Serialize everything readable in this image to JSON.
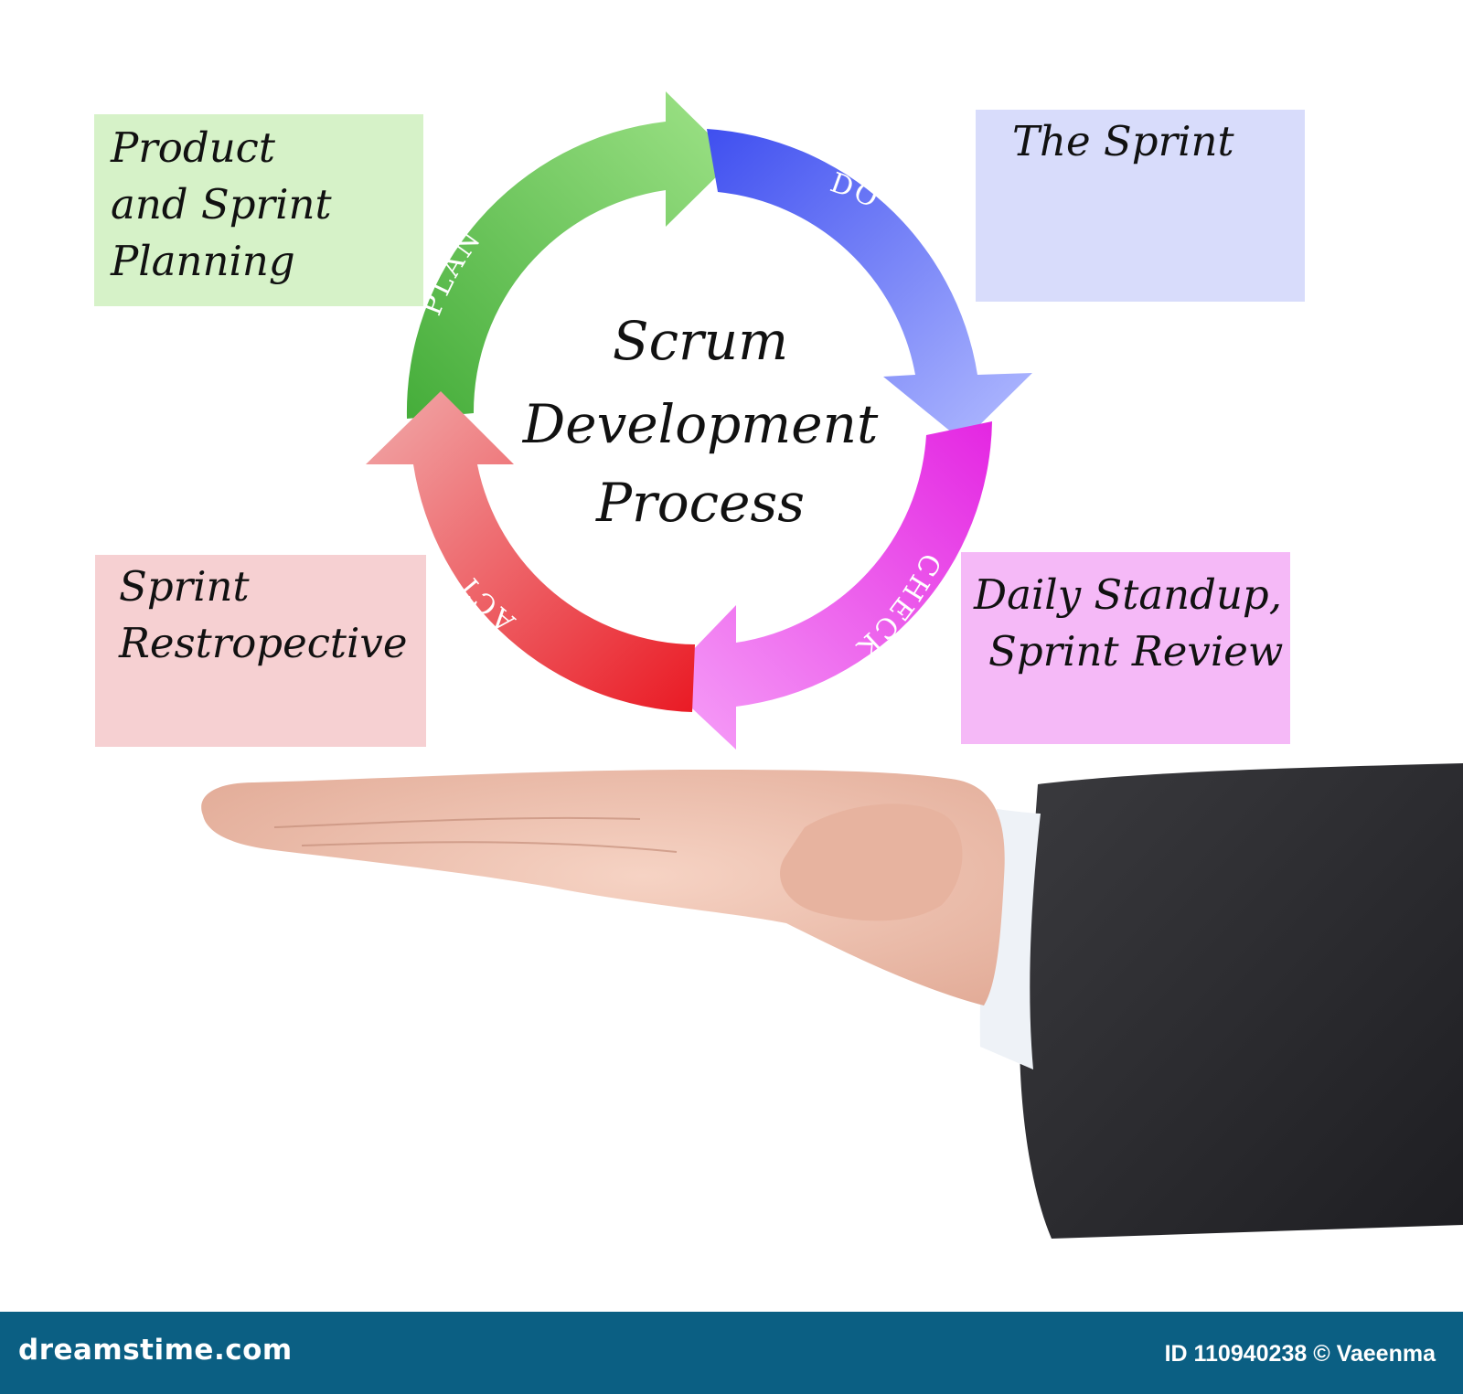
{
  "diagram": {
    "title_lines": [
      "Scrum",
      "Development",
      "Process"
    ],
    "stages": [
      {
        "label": "PLAN",
        "color": "#7ac95c",
        "box_lines": [
          "Product",
          "and Sprint",
          "Planning"
        ],
        "box_color": "#d6f2c8"
      },
      {
        "label": "DO",
        "color": "#6f7cf0",
        "box_lines": [
          "The Sprint"
        ],
        "box_color": "#d8dcfb"
      },
      {
        "label": "CHECK",
        "color": "#ec55ec",
        "box_lines": [
          "Daily Standup,",
          "Sprint Review"
        ],
        "box_color": "#f5b9f7"
      },
      {
        "label": "ACT",
        "color": "#e8474d",
        "box_lines": [
          "Sprint",
          "Restropective"
        ],
        "box_color": "#f6d0d2"
      }
    ]
  },
  "watermark": {
    "brand": "dreamstime.com",
    "credit": "ID 110940238 © Vaeenma",
    "bar_color": "#0b5f83"
  }
}
